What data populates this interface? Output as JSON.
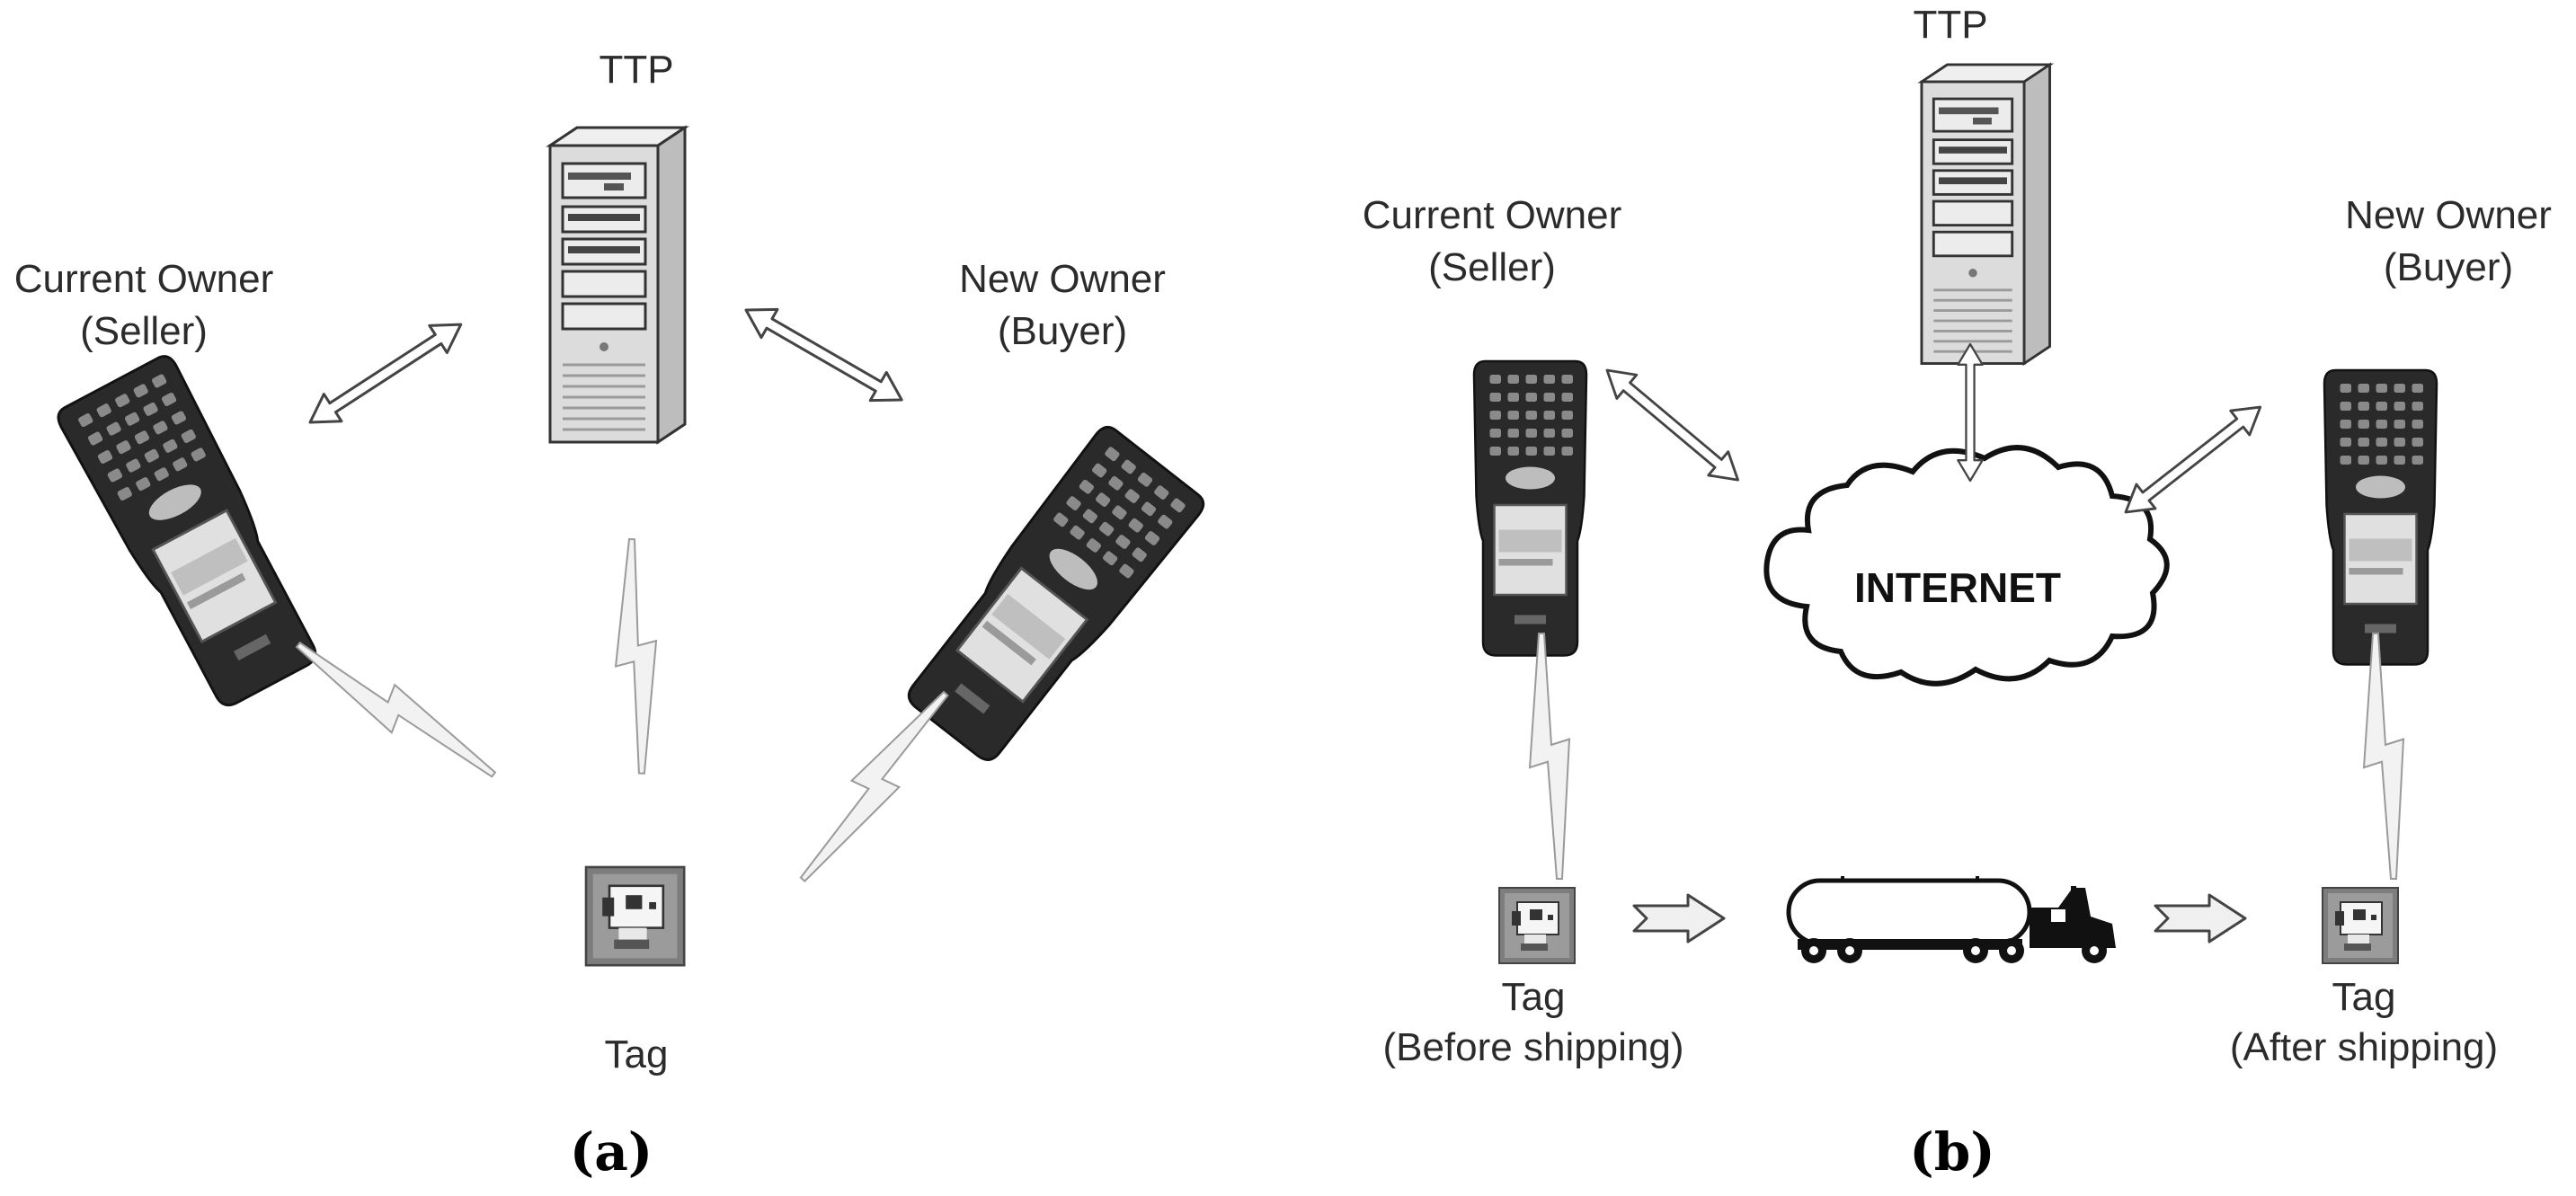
{
  "panel_a": {
    "ttp_label": "TTP",
    "current_owner_line1": "Current Owner",
    "current_owner_line2": "(Seller)",
    "new_owner_line1": "New Owner",
    "new_owner_line2": "(Buyer)",
    "tag_label": "Tag",
    "panel_label": "(a)"
  },
  "panel_b": {
    "ttp_label": "TTP",
    "current_owner_line1": "Current Owner",
    "current_owner_line2": "(Seller)",
    "new_owner_line1": "New Owner",
    "new_owner_line2": "(Buyer)",
    "internet_label": "INTERNET",
    "tag_before_line1": "Tag",
    "tag_before_line2": "(Before shipping)",
    "tag_after_line1": "Tag",
    "tag_after_line2": "(After shipping)",
    "panel_label": "(b)"
  }
}
